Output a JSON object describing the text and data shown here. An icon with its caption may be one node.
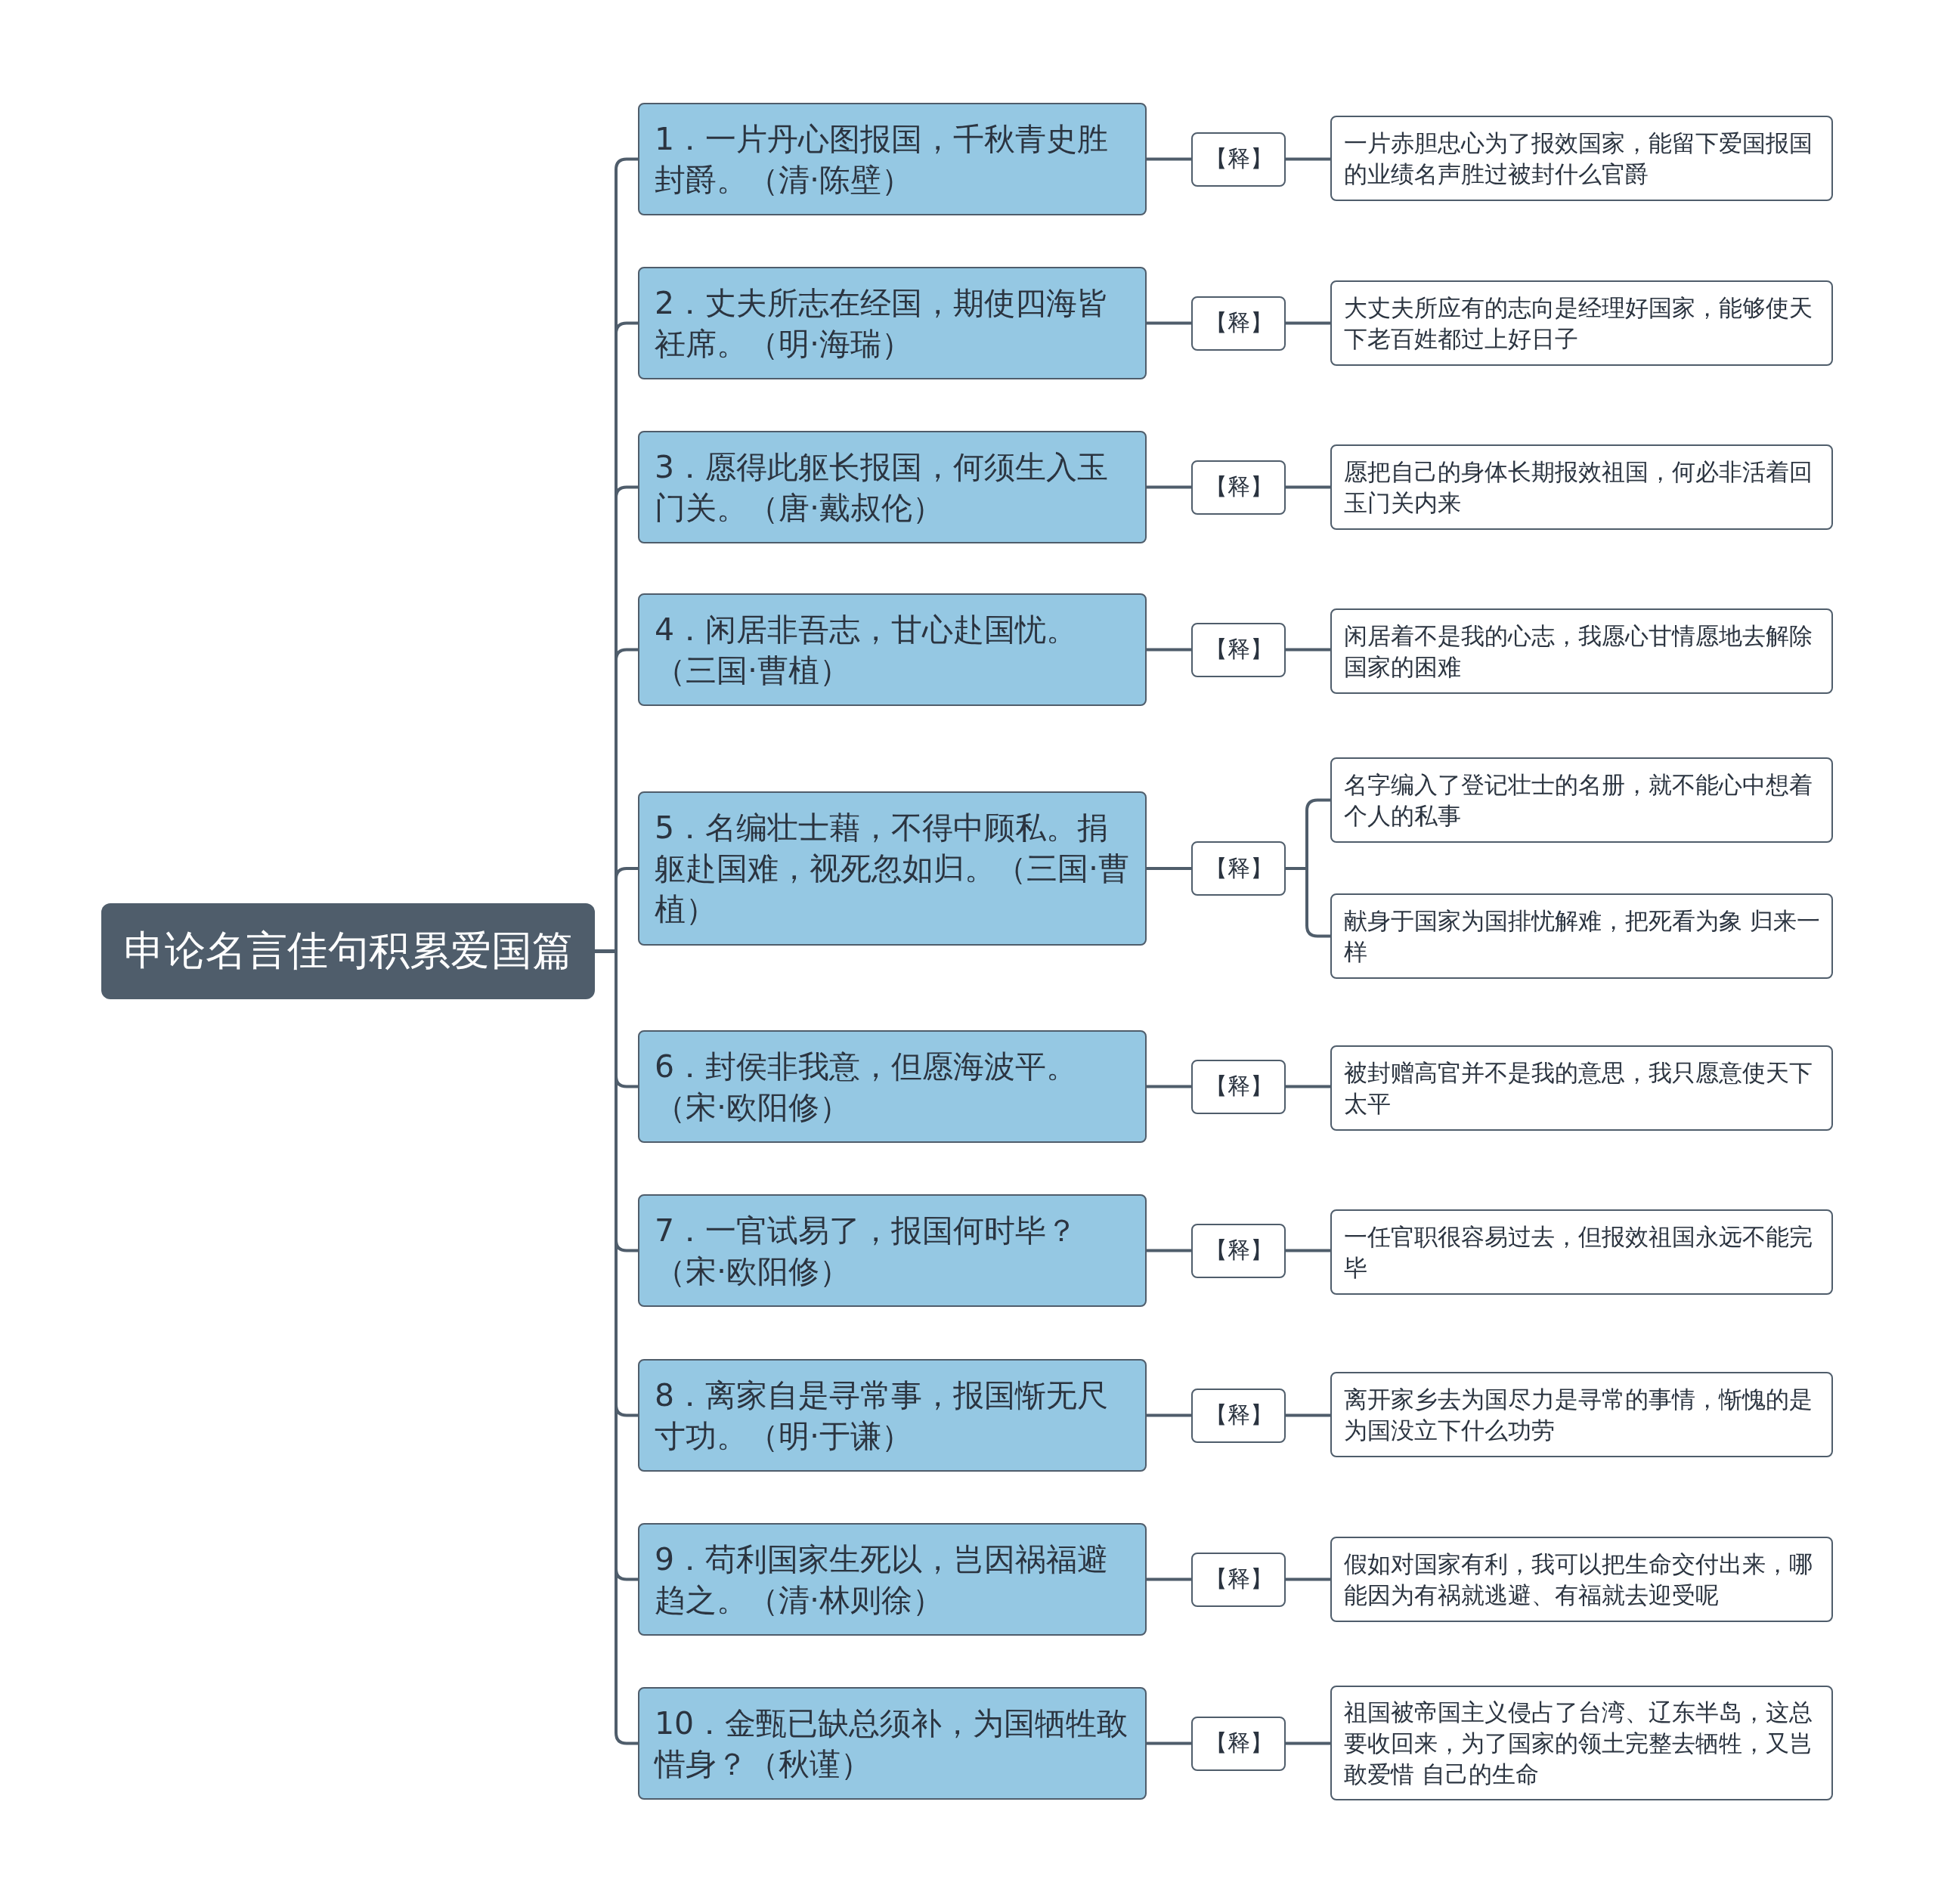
{
  "diagram": {
    "nodes": [
      {
        "text": [
          "申论名言佳句积累爱国篇"
        ]
      },
      {
        "text": [
          "1．一片丹心图报国，千秋青史胜封爵。（清·陈壁）"
        ]
      },
      {
        "text": [
          "【释】"
        ]
      },
      {
        "text": [
          "一片赤胆忠心为了报效国家，能留下爱国报国的业绩名声胜过被封什么官爵"
        ]
      },
      {
        "text": [
          "2．丈夫所志在经国，期使四海皆衽席。（明·海瑞）"
        ]
      },
      {
        "text": [
          "【释】"
        ]
      },
      {
        "text": [
          "大丈夫所应有的志向是经理好国家，能够使天下老百姓都过上好日子"
        ]
      },
      {
        "text": [
          "3．愿得此躯长报国，何须生入玉门关。（唐·戴叔伦）"
        ]
      },
      {
        "text": [
          "【释】"
        ]
      },
      {
        "text": [
          "愿把自己的身体长期报效祖国，何必非活着回玉门关内来"
        ]
      },
      {
        "text": [
          "4．闲居非吾志，甘心赴国忧。（三国·曹植）"
        ]
      },
      {
        "text": [
          "【释】"
        ]
      },
      {
        "text": [
          "闲居着不是我的心志，我愿心甘情愿地去解除国家的困难"
        ]
      },
      {
        "text": [
          "5．名编壮士藉，不得中顾私。捐躯赴国难，视死忽如归。（三国·曹植）"
        ]
      },
      {
        "text": [
          "【释】"
        ]
      },
      {
        "text": [
          "名字编入了登记壮士的名册，就不能心中想着个人的私事"
        ]
      },
      {
        "text": [
          "献身于国家为国排忧解难，把死看为象 归来一样"
        ]
      },
      {
        "text": [
          "6．封侯非我意，但愿海波平。（宋·欧阳修）"
        ]
      },
      {
        "text": [
          "【释】"
        ]
      },
      {
        "text": [
          "被封赠高官并不是我的意思，我只愿意使天下太平"
        ]
      },
      {
        "text": [
          "7．一官试易了，报国何时毕？（宋·欧阳修）"
        ]
      },
      {
        "text": [
          "【释】"
        ]
      },
      {
        "text": [
          "一任官职很容易过去，但报效祖国永远不能完毕"
        ]
      },
      {
        "text": [
          "8．离家自是寻常事，报国惭无尺寸功。（明·于谦）"
        ]
      },
      {
        "text": [
          "【释】"
        ]
      },
      {
        "text": [
          "离开家乡去为国尽力是寻常的事情，惭愧的是为国没立下什么功劳"
        ]
      },
      {
        "text": [
          "9．苟利国家生死以，岂因祸福避趋之。（清·林则徐）"
        ]
      },
      {
        "text": [
          "【释】"
        ]
      },
      {
        "text": [
          "假如对国家有利，我可以把生命交付出来，哪能因为有祸就逃避、有福就去迎受呢"
        ]
      },
      {
        "text": [
          "10．金甄已缺总须补，为国牺牲敢惜身？（秋谨）"
        ]
      },
      {
        "text": [
          "【释】"
        ]
      },
      {
        "text": [
          "祖国被帝国主义侵占了台湾、辽东半岛，这总要收回来，为了国家的领土完整去牺牲，又岂敢爱惜 自己的生命"
        ]
      }
    ],
    "edges": [
      {
        "from": 0,
        "to": 1,
        "arrow": "none"
      },
      {
        "from": 1,
        "to": 2,
        "arrow": "none"
      },
      {
        "from": 2,
        "to": 3,
        "arrow": "none"
      },
      {
        "from": 0,
        "to": 4,
        "arrow": "none"
      },
      {
        "from": 4,
        "to": 5,
        "arrow": "none"
      },
      {
        "from": 5,
        "to": 6,
        "arrow": "none"
      },
      {
        "from": 0,
        "to": 7,
        "arrow": "none"
      },
      {
        "from": 7,
        "to": 8,
        "arrow": "none"
      },
      {
        "from": 8,
        "to": 9,
        "arrow": "none"
      },
      {
        "from": 0,
        "to": 10,
        "arrow": "none"
      },
      {
        "from": 10,
        "to": 11,
        "arrow": "none"
      },
      {
        "from": 11,
        "to": 12,
        "arrow": "none"
      },
      {
        "from": 0,
        "to": 13,
        "arrow": "none"
      },
      {
        "from": 13,
        "to": 14,
        "arrow": "none"
      },
      {
        "from": 14,
        "to": 15,
        "arrow": "none"
      },
      {
        "from": 14,
        "to": 16,
        "arrow": "none"
      },
      {
        "from": 0,
        "to": 17,
        "arrow": "none"
      },
      {
        "from": 17,
        "to": 18,
        "arrow": "none"
      },
      {
        "from": 18,
        "to": 19,
        "arrow": "none"
      },
      {
        "from": 0,
        "to": 20,
        "arrow": "none"
      },
      {
        "from": 20,
        "to": 21,
        "arrow": "none"
      },
      {
        "from": 21,
        "to": 22,
        "arrow": "none"
      },
      {
        "from": 0,
        "to": 23,
        "arrow": "none"
      },
      {
        "from": 23,
        "to": 24,
        "arrow": "none"
      },
      {
        "from": 24,
        "to": 25,
        "arrow": "none"
      },
      {
        "from": 0,
        "to": 26,
        "arrow": "none"
      },
      {
        "from": 26,
        "to": 27,
        "arrow": "none"
      },
      {
        "from": 27,
        "to": 28,
        "arrow": "none"
      },
      {
        "from": 0,
        "to": 29,
        "arrow": "none"
      },
      {
        "from": 29,
        "to": 30,
        "arrow": "none"
      },
      {
        "from": 30,
        "to": 31,
        "arrow": "none"
      }
    ]
  }
}
